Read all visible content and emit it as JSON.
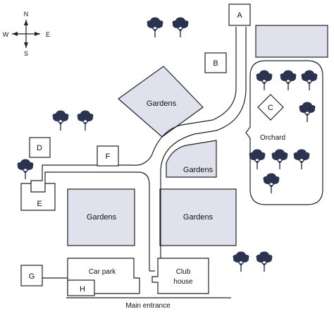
{
  "compass": {
    "north": "N",
    "south": "S",
    "east": "E",
    "west": "W"
  },
  "buildings": {
    "a": "A",
    "b": "B",
    "c": "C",
    "d": "D",
    "e": "E",
    "f": "F",
    "g": "G",
    "h": "H"
  },
  "areas": {
    "gardens_diamond": "Gardens",
    "gardens_middle": "Gardens",
    "gardens_left": "Gardens",
    "gardens_right": "Gardens",
    "orchard": "Orchard",
    "car_park": "Car park",
    "club_house_line1": "Club",
    "club_house_line2": "house",
    "main_entrance": "Main entrance"
  },
  "colors": {
    "garden_fill": "#dfe2ec",
    "line": "#222222",
    "tree_canopy": "#2b3350",
    "tree_trunk": "#2b3350"
  },
  "icons": {
    "compass": "compass-rose-icon",
    "tree": "tree-icon"
  }
}
